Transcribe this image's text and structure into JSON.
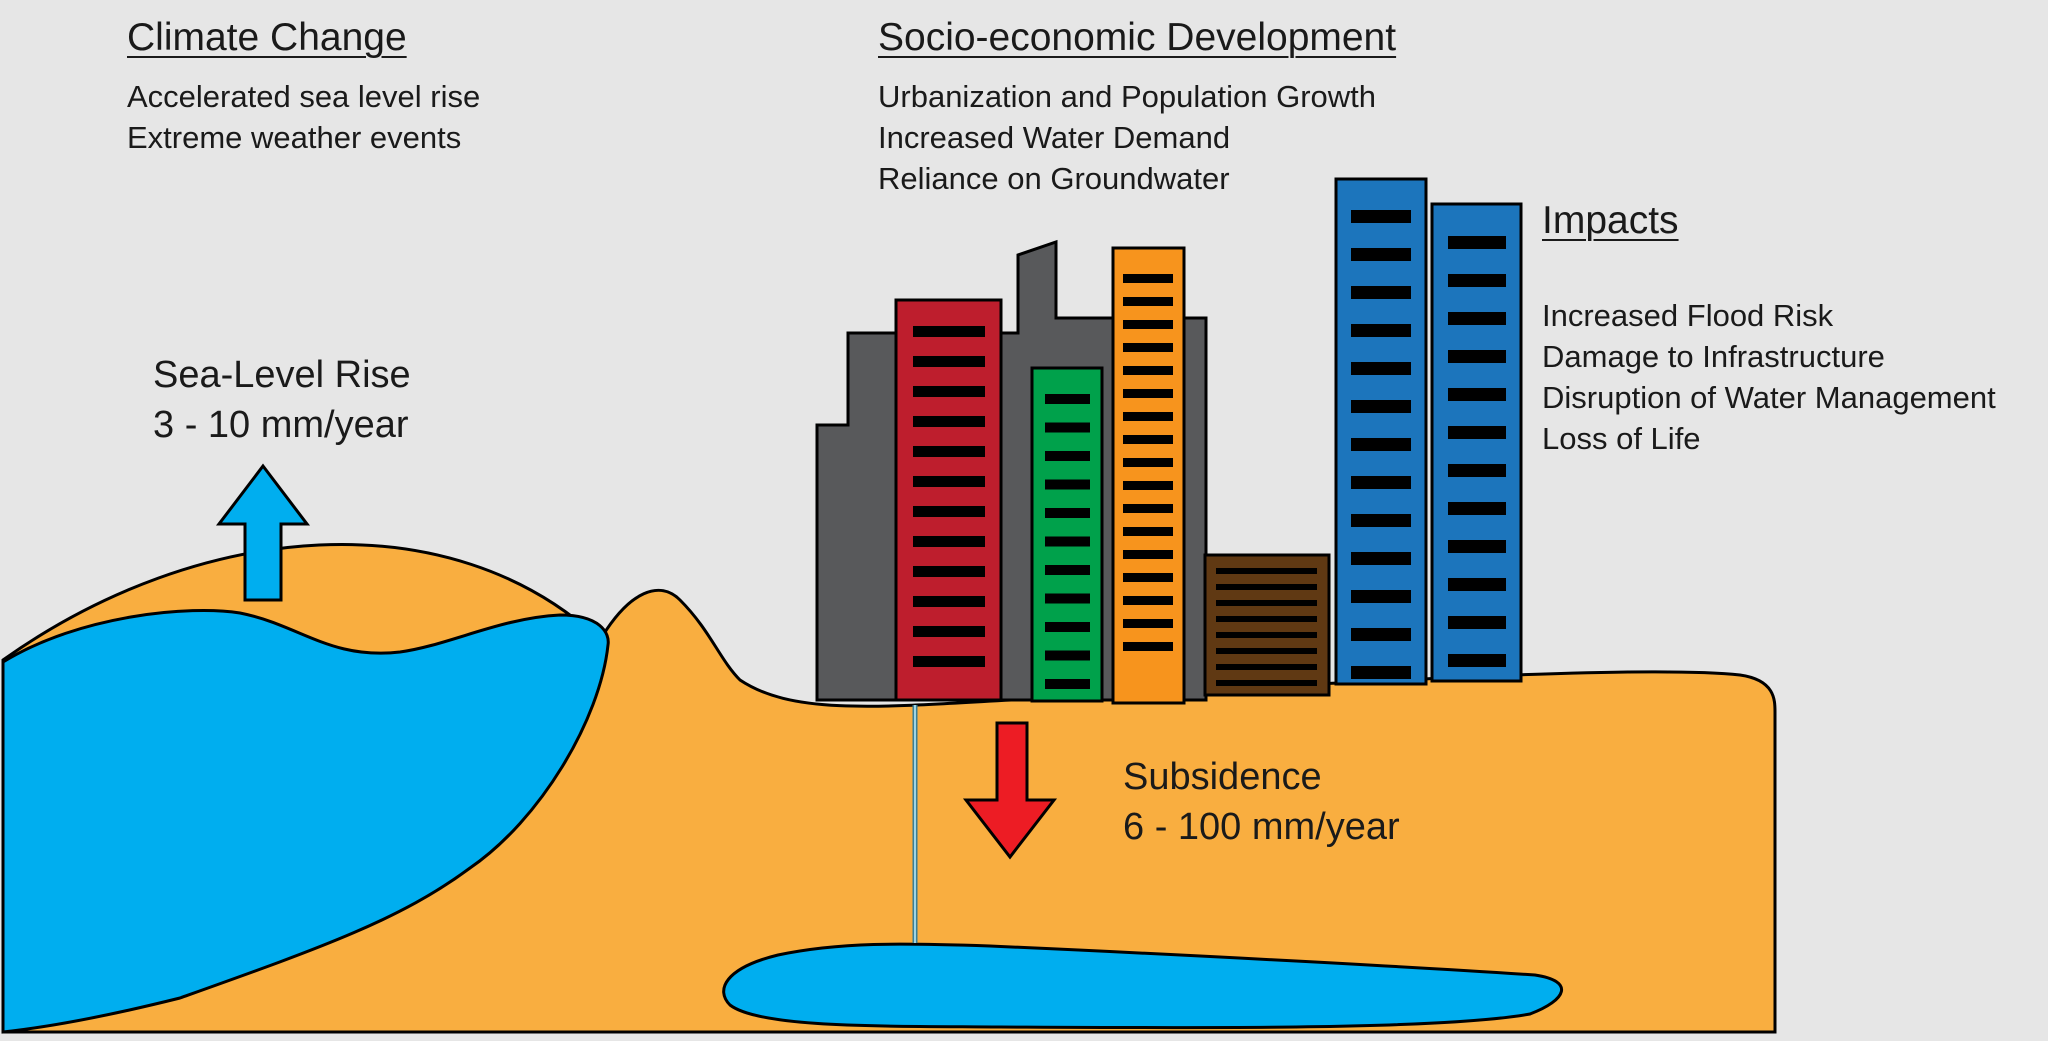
{
  "climate": {
    "heading": "Climate Change",
    "items": [
      "Accelerated sea level rise",
      "Extreme weather events"
    ]
  },
  "socio": {
    "heading": "Socio-economic Development",
    "items": [
      "Urbanization and Population Growth",
      "Increased Water Demand",
      "Reliance on Groundwater"
    ]
  },
  "impacts": {
    "heading": "Impacts",
    "items": [
      "Increased Flood Risk",
      "Damage to Infrastructure",
      "Disruption of Water Management",
      "Loss of Life"
    ]
  },
  "sea_level": {
    "label": "Sea-Level Rise",
    "rate": "3 - 10 mm/year"
  },
  "subsidence": {
    "label": "Subsidence",
    "rate": "6 - 100 mm/year"
  },
  "colors": {
    "background": "#e6e6e6",
    "water": "#00aeef",
    "land": "#f9ae40",
    "up_arrow": "#00aeef",
    "down_arrow": "#ed1c24",
    "buildings": [
      "#58595b",
      "#be1e2d",
      "#00a14b",
      "#f7941d",
      "#603913",
      "#1c75bc"
    ]
  }
}
